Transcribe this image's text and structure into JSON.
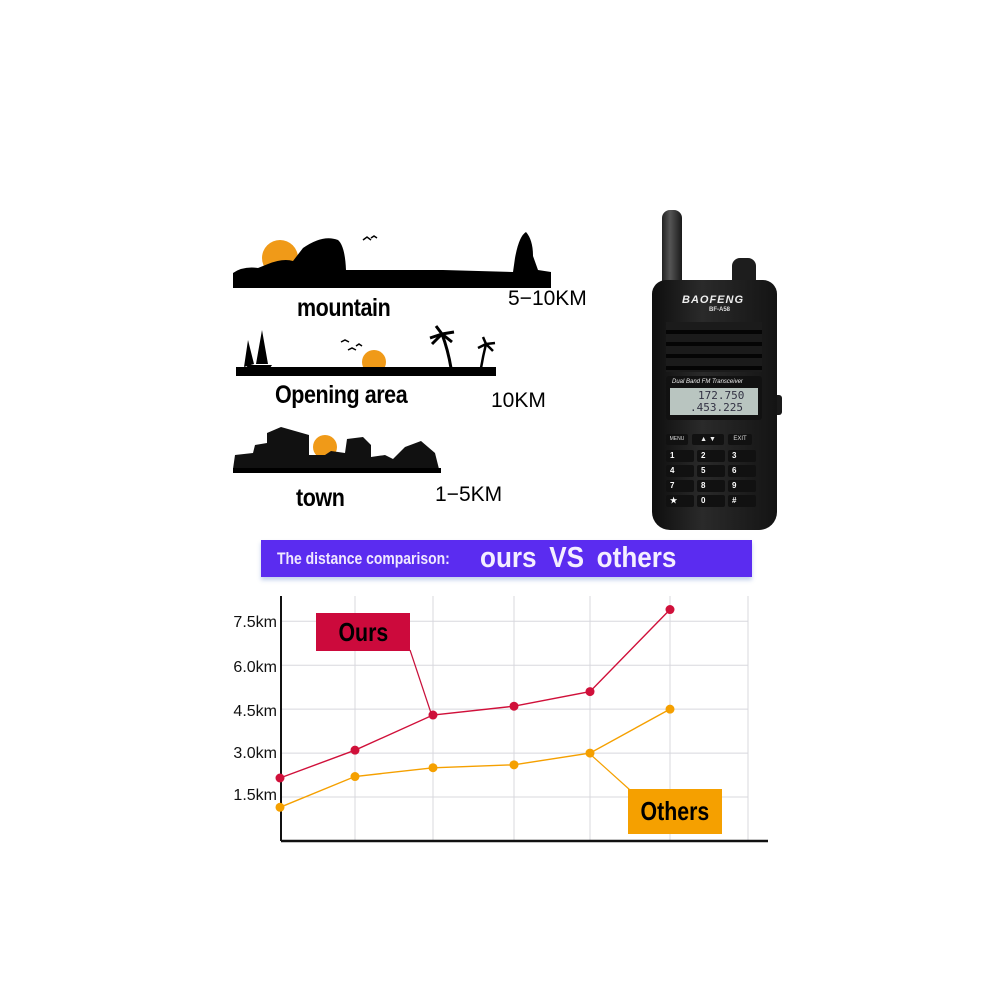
{
  "scenes": [
    {
      "name": "mountain",
      "distance": "5−10KM"
    },
    {
      "name": "Opening area",
      "distance": "10KM"
    },
    {
      "name": "town",
      "distance": "1−5KM"
    }
  ],
  "radio": {
    "brand": "BAOFENG",
    "model": "BF-A58",
    "screen_title": "Dual Band FM Transceiver",
    "freq_a": "172.750",
    "freq_b": ".453.225",
    "keys_top": [
      "MENU",
      "▲ ▼",
      "EXIT"
    ],
    "keypad": [
      "1",
      "2",
      "3",
      "4",
      "5",
      "6",
      "7",
      "8",
      "9",
      "★",
      "0",
      "#"
    ]
  },
  "banner": {
    "prefix": "The distance comparison:",
    "headline": "ours VS others",
    "color": "#5b2cf0"
  },
  "chart_data": {
    "type": "line",
    "title": "The distance comparison: ours VS others",
    "xlabel": "",
    "ylabel": "",
    "x": [
      1,
      2,
      3,
      4,
      5,
      6
    ],
    "yticks": [
      "1.5km",
      "3.0km",
      "4.5km",
      "6.0km",
      "7.5km"
    ],
    "ylim": [
      0,
      8.2
    ],
    "grid": true,
    "series": [
      {
        "name": "Ours",
        "color": "#d0103a",
        "values": [
          2.15,
          3.1,
          4.3,
          4.6,
          5.1,
          7.9
        ]
      },
      {
        "name": "Others",
        "color": "#f5a000",
        "values": [
          1.15,
          2.2,
          2.5,
          2.6,
          3.0,
          4.5
        ]
      }
    ],
    "annotations": [
      {
        "text": "Ours",
        "bg": "#cc0a3c",
        "points_to": {
          "series": "Ours",
          "x": 3
        }
      },
      {
        "text": "Others",
        "bg": "#f5a000",
        "points_to": {
          "series": "Others",
          "x": 5
        }
      }
    ]
  }
}
